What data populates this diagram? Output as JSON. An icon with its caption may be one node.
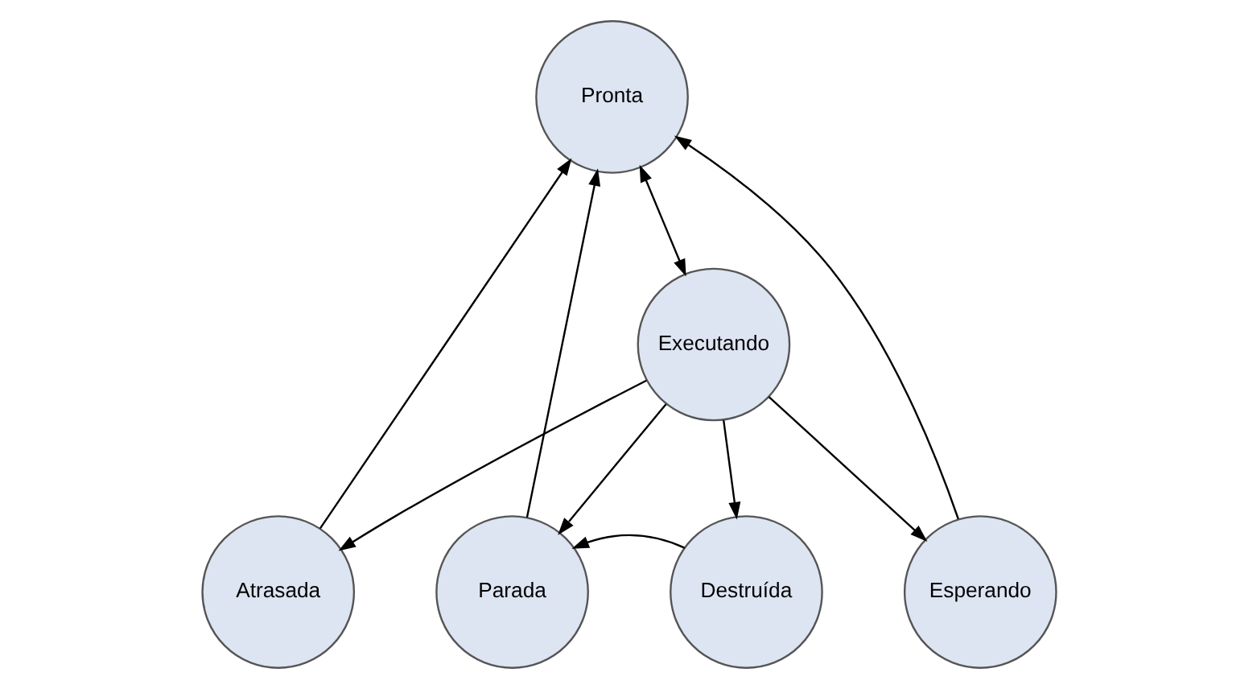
{
  "diagram": {
    "nodes": [
      {
        "text": [
          "Pronta"
        ]
      },
      {
        "text": [
          "Executando"
        ]
      },
      {
        "text": [
          "Atrasada"
        ]
      },
      {
        "text": [
          "Parada"
        ]
      },
      {
        "text": [
          "Destruída"
        ]
      },
      {
        "text": [
          "Esperando"
        ]
      }
    ],
    "edges": [
      {
        "from": 0,
        "to": 1,
        "arrow": "both"
      },
      {
        "from": 1,
        "to": 2,
        "arrow": "to"
      },
      {
        "from": 1,
        "to": 3,
        "arrow": "to"
      },
      {
        "from": 1,
        "to": 4,
        "arrow": "to"
      },
      {
        "from": 1,
        "to": 5,
        "arrow": "to"
      },
      {
        "from": 2,
        "to": 0,
        "arrow": "to"
      },
      {
        "from": 3,
        "to": 0,
        "arrow": "to"
      },
      {
        "from": 4,
        "to": 3,
        "arrow": "to"
      },
      {
        "from": 5,
        "to": 0,
        "arrow": "to"
      }
    ]
  }
}
